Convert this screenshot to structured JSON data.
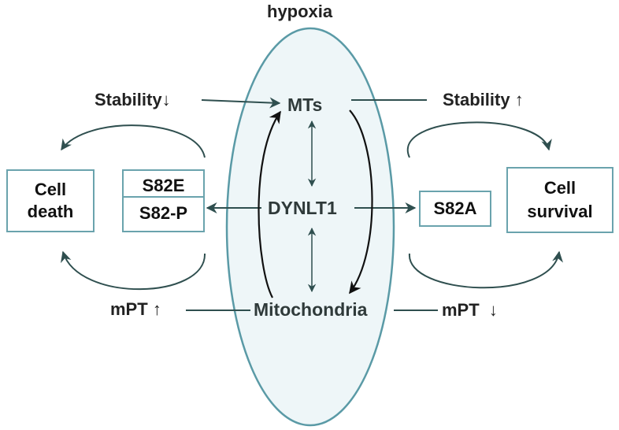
{
  "title": "hypoxia",
  "center": {
    "mts": "MTs",
    "dynlt1": "DYNLT1",
    "mitochondria": "Mitochondria"
  },
  "left": {
    "stability": "Stability",
    "stability_arrow": "↓",
    "mpt": "mPT",
    "mpt_arrow": "↑",
    "phospho_box": {
      "line1": "S82E",
      "line2": "S82-P"
    },
    "outcome_box": {
      "line1": "Cell",
      "line2": "death"
    }
  },
  "right": {
    "stability": "Stability",
    "stability_arrow": "↑",
    "mpt": "mPT",
    "mpt_arrow": "↓",
    "mutant_box": "S82A",
    "outcome_box": {
      "line1": "Cell",
      "line2": "survival"
    }
  },
  "colors": {
    "ellipse_fill": "#eef6f8",
    "ellipse_stroke": "#5a9aa6",
    "connector": "#2f4f4f",
    "box_border": "#6aa3ad",
    "text": "#222222"
  }
}
